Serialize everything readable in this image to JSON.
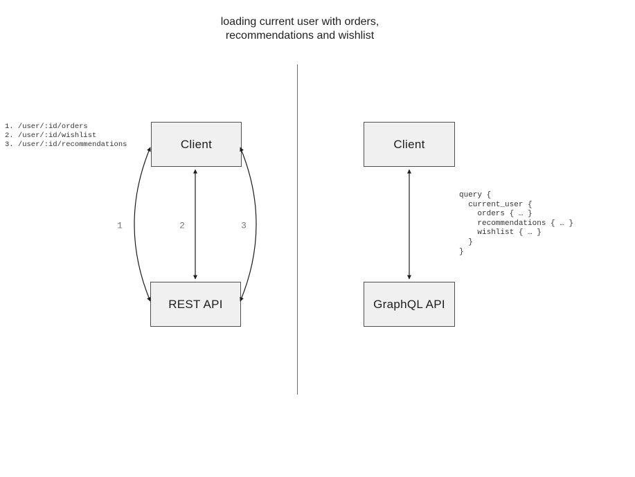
{
  "title": {
    "line1": "loading current user with orders,",
    "line2": "recommendations and wishlist"
  },
  "rest_panel": {
    "endpoints": [
      "1. /user/:id/orders",
      "2. /user/:id/wishlist",
      "3. /user/:id/recommendations"
    ],
    "client_label": "Client",
    "api_label": "REST API",
    "arrow_labels": [
      "1",
      "2",
      "3"
    ]
  },
  "graphql_panel": {
    "client_label": "Client",
    "api_label": "GraphQL API",
    "query": [
      "query {",
      "  current_user {",
      "    orders { … }",
      "    recommendations { … }",
      "    wishlist { … }",
      "  }",
      "}"
    ]
  },
  "colors": {
    "background": "#ffffff",
    "box_fill": "#f0f0f0",
    "box_border": "#4f4f4f",
    "arrow": "#1a1a1a",
    "arrow_label": "#777777",
    "divider": "#6e6e6e",
    "mono_text": "#333333",
    "title_text": "#1f1f1f"
  }
}
